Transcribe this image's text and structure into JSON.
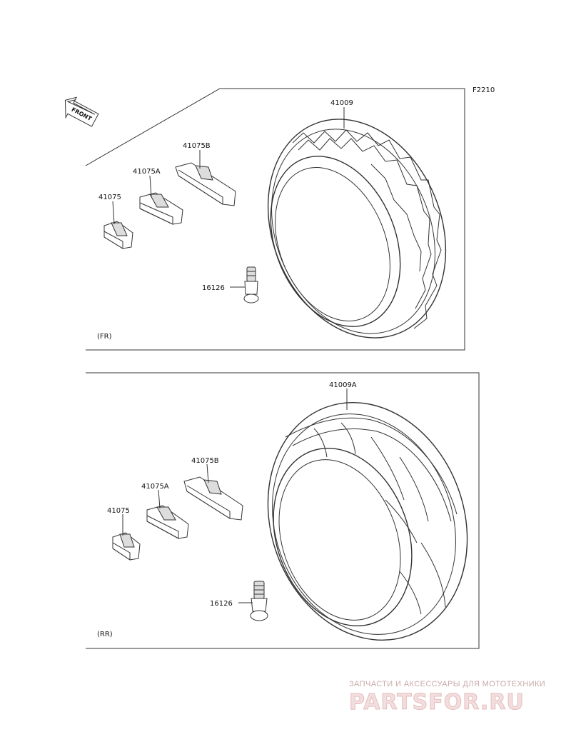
{
  "page_code": "F2210",
  "front_arrow_label": "FRONT",
  "front": {
    "section_label": "(FR)",
    "tire": "41009",
    "weight_b": "41075B",
    "weight_a": "41075A",
    "weight": "41075",
    "valve": "16126"
  },
  "rear": {
    "section_label": "(RR)",
    "tire": "41009A",
    "weight_b": "41075B",
    "weight_a": "41075A",
    "weight": "41075",
    "valve": "16126"
  },
  "watermark": {
    "tagline": "ЗАПЧАСТИ И АКСЕССУАРЫ ДЛЯ МОТОТЕХНИКИ",
    "brand": "PARTSFOR.RU"
  }
}
